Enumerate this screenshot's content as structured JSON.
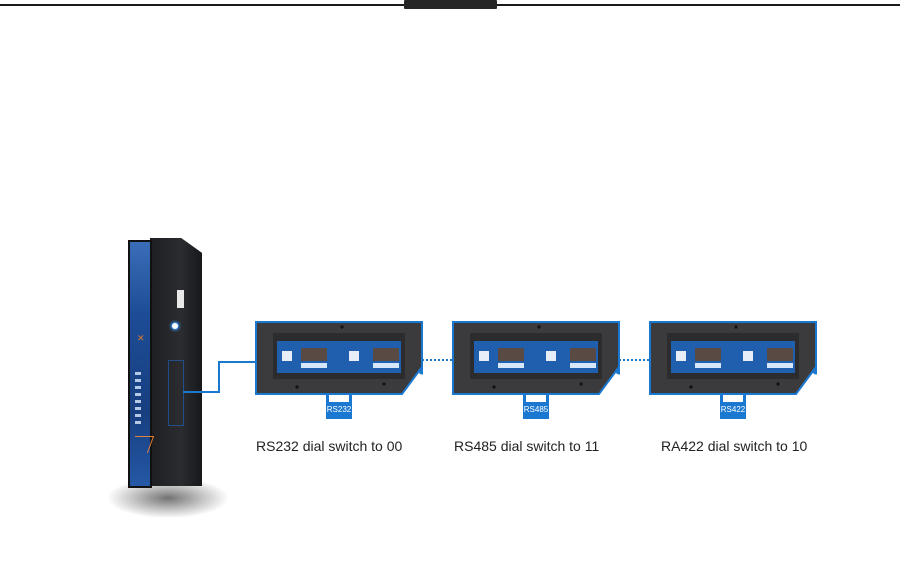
{
  "header": {
    "divider": "horizontal-rule-with-tab"
  },
  "colors": {
    "accent": "#1b78d0",
    "panel_frame": "#3a3a3c",
    "board": "#1f5fae",
    "text": "#222222"
  },
  "device": {
    "name": "serial-device-server",
    "icons": [
      "power-led-icon",
      "brand-logo-icon"
    ]
  },
  "panels": [
    {
      "port_label": "RS232",
      "caption": "RS232 dial switch to 00"
    },
    {
      "port_label": "RS485",
      "caption": "RS485 dial switch to 11"
    },
    {
      "port_label": "RS422",
      "caption": "RA422 dial switch to 10"
    }
  ]
}
